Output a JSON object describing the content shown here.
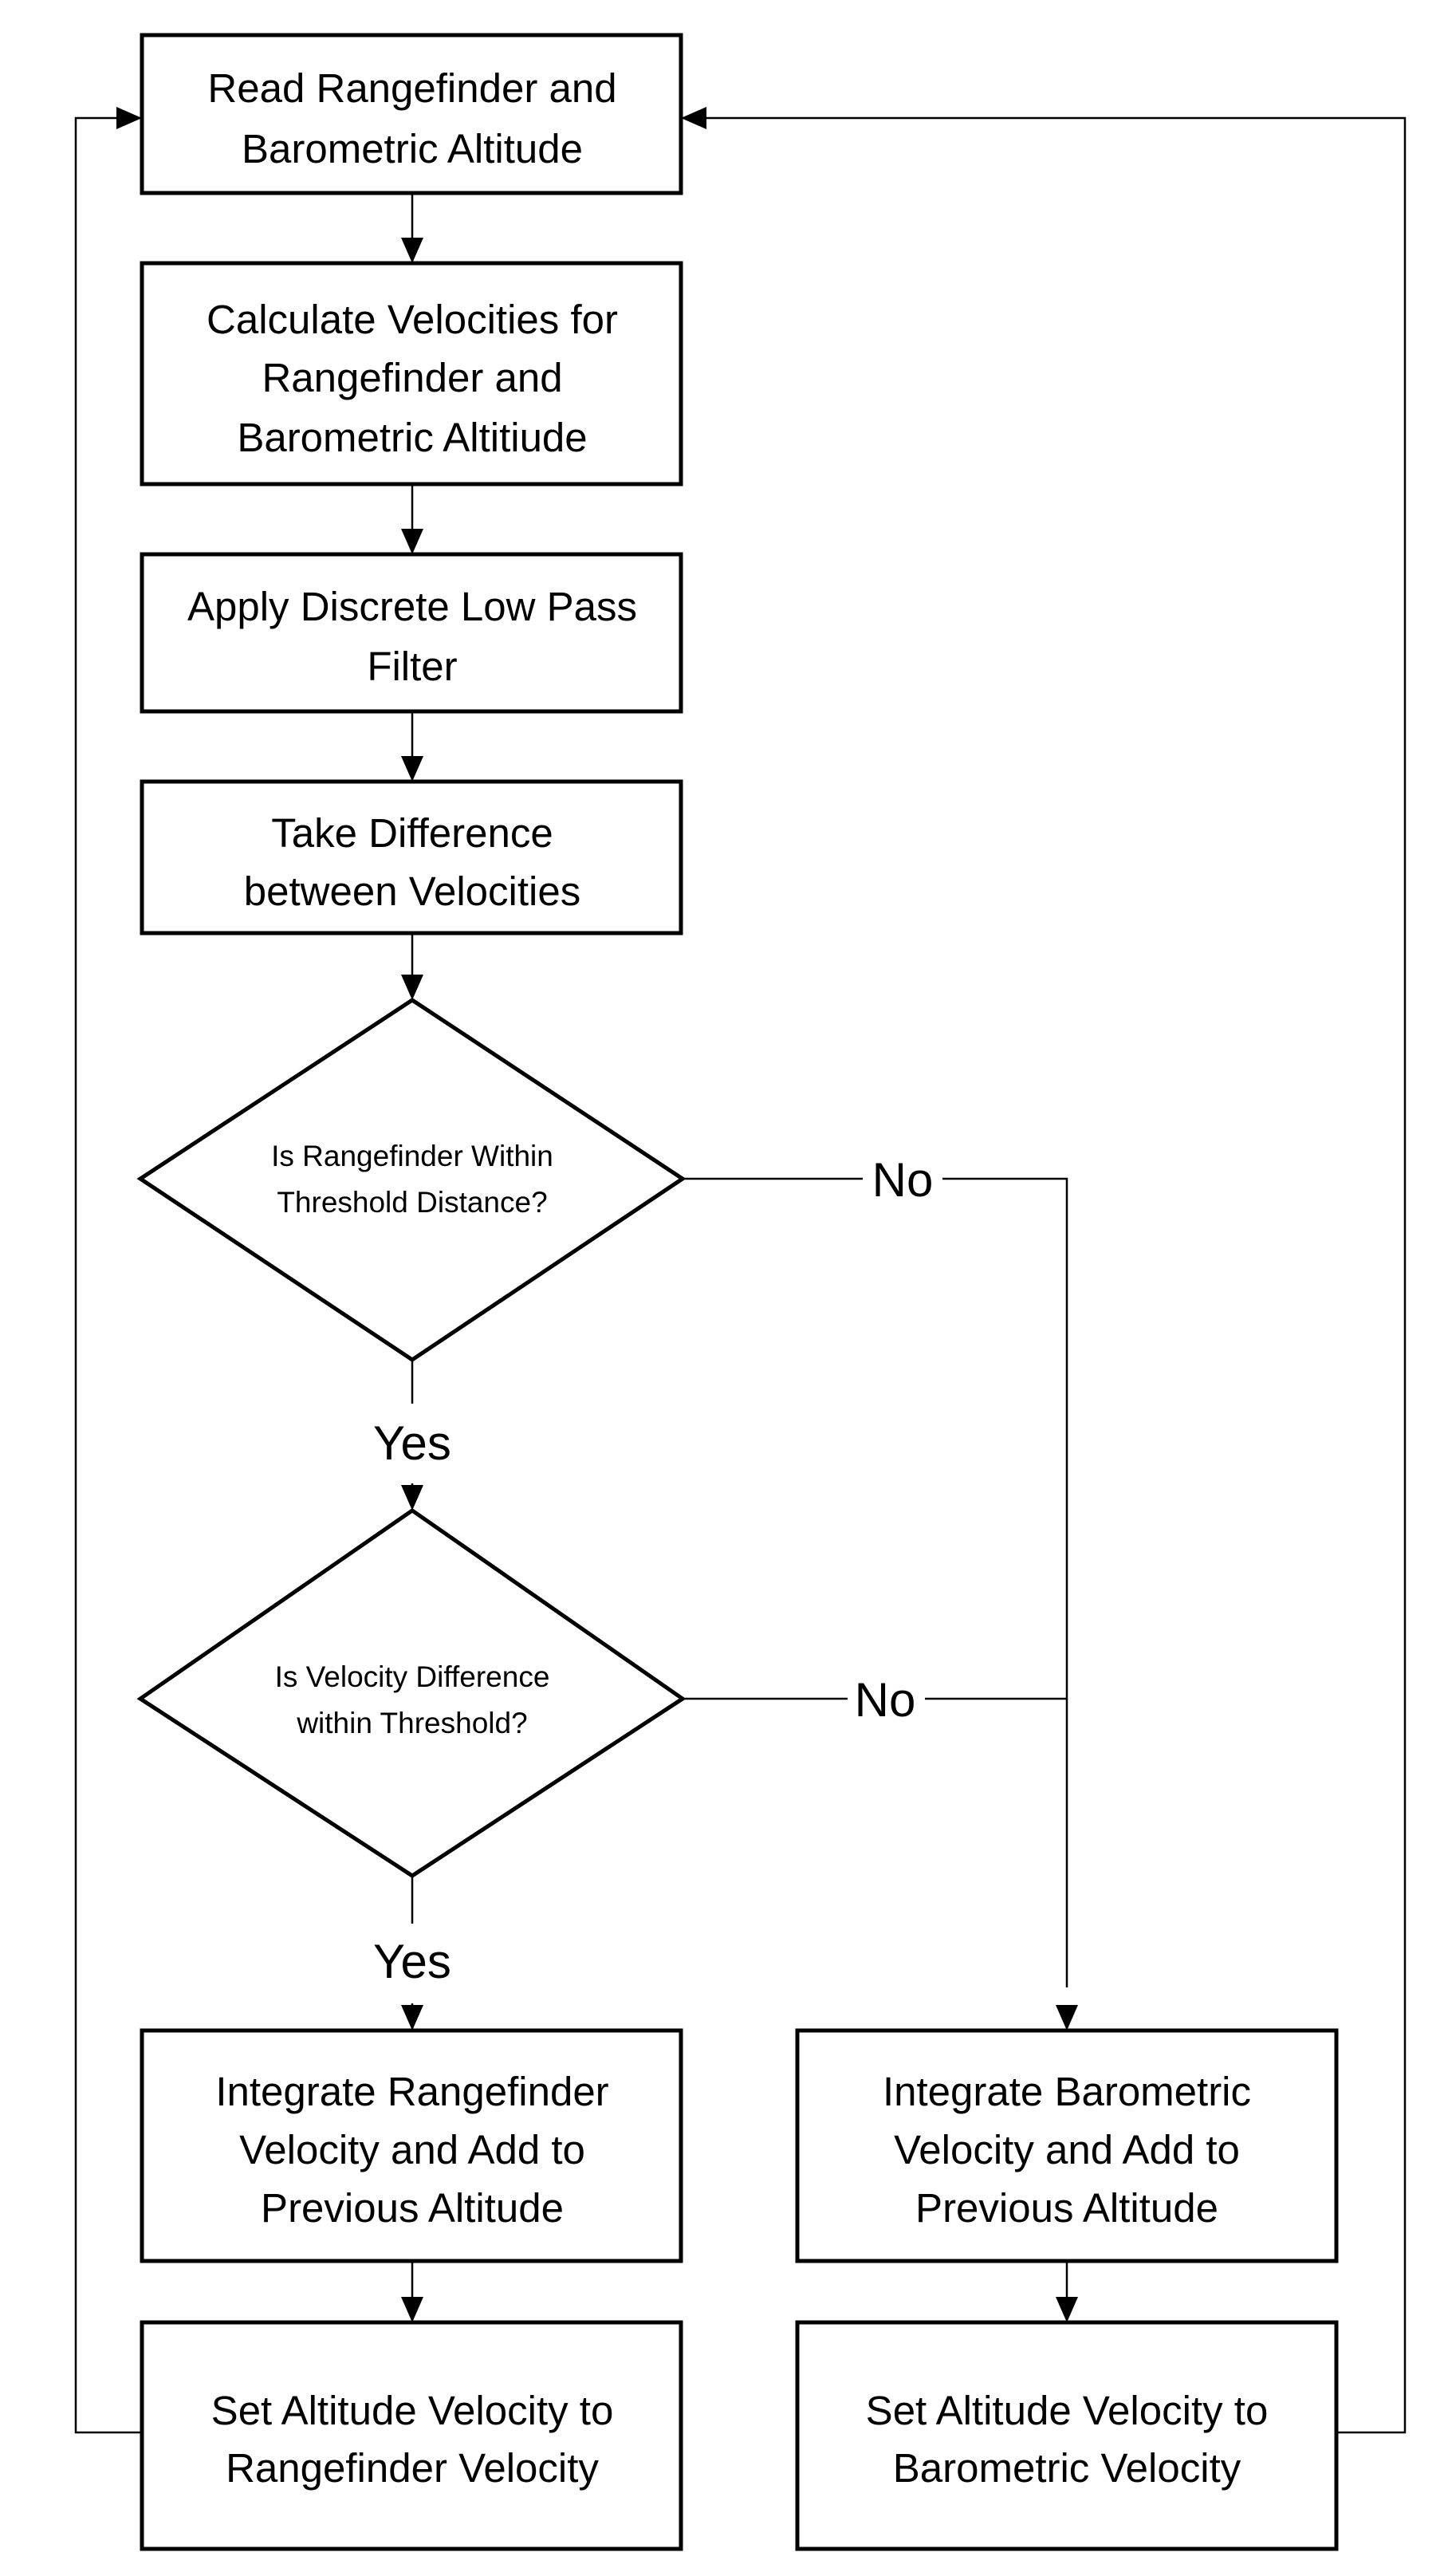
{
  "steps": {
    "read": {
      "line1": "Read Rangefinder and",
      "line2": "Barometric Altitude"
    },
    "calc": {
      "line1": "Calculate Velocities for",
      "line2": "Rangefinder and",
      "line3": "Barometric Altitiude"
    },
    "filter": {
      "line1": "Apply Discrete Low Pass",
      "line2": "Filter"
    },
    "diff": {
      "line1": "Take Difference",
      "line2": "between Velocities"
    },
    "int_range": {
      "line1": "Integrate Rangefinder",
      "line2": "Velocity and Add to",
      "line3": "Previous Altitude"
    },
    "int_baro": {
      "line1": "Integrate Barometric",
      "line2": "Velocity and Add to",
      "line3": "Previous Altitude"
    },
    "set_range": {
      "line1": "Set Altitude Velocity to",
      "line2": "Rangefinder Velocity"
    },
    "set_baro": {
      "line1": "Set Altitude Velocity to",
      "line2": "Barometric Velocity"
    }
  },
  "decisions": {
    "range_threshold": {
      "line1": "Is Rangefinder Within",
      "line2": "Threshold Distance?"
    },
    "velocity_threshold": {
      "line1": "Is Velocity Difference",
      "line2": "within Threshold?"
    }
  },
  "labels": {
    "yes": "Yes",
    "no": "No"
  }
}
